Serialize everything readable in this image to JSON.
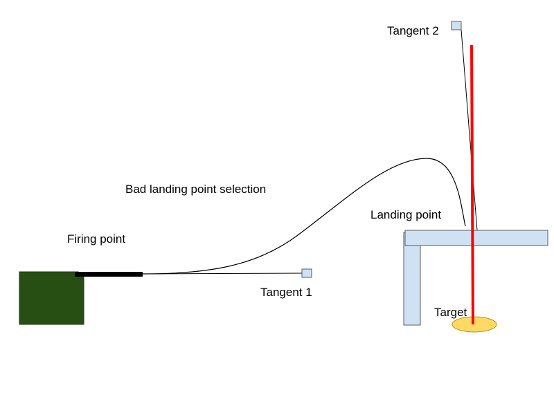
{
  "labels": {
    "firing_point": "Firing point",
    "bad_landing": "Bad landing point selection",
    "landing_point": "Landing point",
    "tangent_1": "Tangent 1",
    "tangent_2": "Tangent 2",
    "target": "Target"
  },
  "colors": {
    "tank_body": "#274e13",
    "barrel": "#000000",
    "building": "#cfe2f3",
    "building_stroke": "#595959",
    "handle": "#cfe2f3",
    "vertical_line": "#ff0000",
    "target": "#ffd966",
    "target_stroke": "#bf9000",
    "curve": "#000000"
  }
}
